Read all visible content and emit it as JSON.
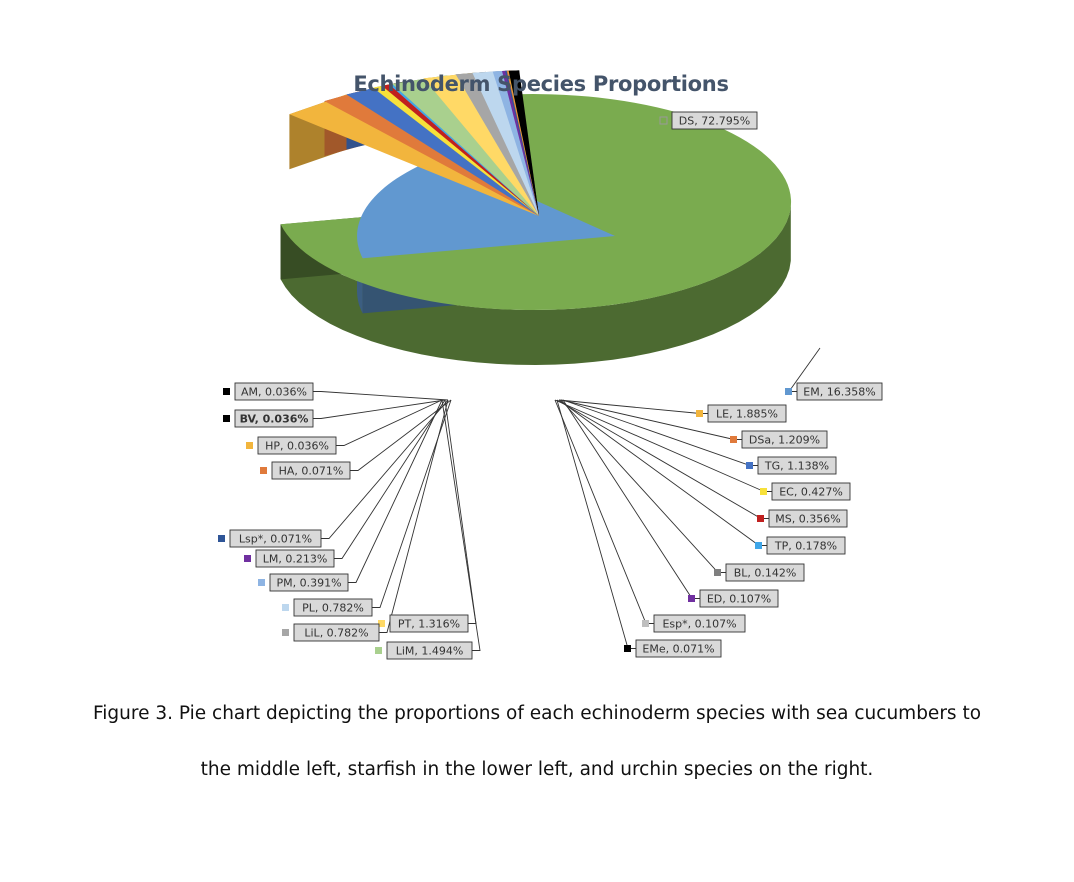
{
  "chart_data": {
    "type": "pie",
    "style": "3d-exploded",
    "title": "Echinoderm Species Proportions",
    "slices": [
      {
        "label": "DS",
        "value": 72.795,
        "text": "DS, 72.795%",
        "color": "#7aab4f"
      },
      {
        "label": "EM",
        "value": 16.358,
        "text": "EM, 16.358%",
        "color": "#6198d0"
      },
      {
        "label": "LE",
        "value": 1.885,
        "text": "LE, 1.885%",
        "color": "#f2b53d"
      },
      {
        "label": "DSa",
        "value": 1.209,
        "text": "DSa, 1.209%",
        "color": "#e07a3b"
      },
      {
        "label": "TG",
        "value": 1.138,
        "text": "TG, 1.138%",
        "color": "#4472c4"
      },
      {
        "label": "EC",
        "value": 0.427,
        "text": "EC, 0.427%",
        "color": "#f7e13a"
      },
      {
        "label": "MS",
        "value": 0.356,
        "text": "MS, 0.356%",
        "color": "#c0201f"
      },
      {
        "label": "TP",
        "value": 0.178,
        "text": "TP, 0.178%",
        "color": "#3fa6e8"
      },
      {
        "label": "BL",
        "value": 0.142,
        "text": "BL, 0.142%",
        "color": "#7f7f7f"
      },
      {
        "label": "ED",
        "value": 0.107,
        "text": "ED, 0.107%",
        "color": "#7030a0"
      },
      {
        "label": "Esp*",
        "value": 0.107,
        "text": "Esp*, 0.107%",
        "color": "#bfbfbf"
      },
      {
        "label": "EMe",
        "value": 0.071,
        "text": "EMe, 0.071%",
        "color": "#000000"
      },
      {
        "label": "LiM",
        "value": 1.494,
        "text": "LiM, 1.494%",
        "color": "#a9d08e"
      },
      {
        "label": "PT",
        "value": 1.316,
        "text": "PT, 1.316%",
        "color": "#ffd966"
      },
      {
        "label": "LiL",
        "value": 0.782,
        "text": "LiL, 0.782%",
        "color": "#a6a6a6"
      },
      {
        "label": "PL",
        "value": 0.782,
        "text": "PL, 0.782%",
        "color": "#bdd7ee"
      },
      {
        "label": "PM",
        "value": 0.391,
        "text": "PM, 0.391%",
        "color": "#8eb4e3"
      },
      {
        "label": "LM",
        "value": 0.213,
        "text": "LM, 0.213%",
        "color": "#7030a0"
      },
      {
        "label": "Lsp*",
        "value": 0.071,
        "text": "Lsp*, 0.071%",
        "color": "#2f5597"
      },
      {
        "label": "HA",
        "value": 0.071,
        "text": "HA, 0.071%",
        "color": "#e07a3b"
      },
      {
        "label": "HP",
        "value": 0.036,
        "text": "HP, 0.036%",
        "color": "#f2b53d"
      },
      {
        "label": "BV",
        "value": 0.036,
        "text": "BV, 0.036%",
        "color": "#000000"
      },
      {
        "label": "AM",
        "value": 0.036,
        "text": "AM, 0.036%",
        "color": "#000000"
      }
    ]
  },
  "caption": {
    "line1": "Figure 3. Pie chart depicting the proportions of each echinoderm species with sea cucumbers to",
    "line2": "the middle left, starfish in the lower left, and urchin species on the right."
  }
}
